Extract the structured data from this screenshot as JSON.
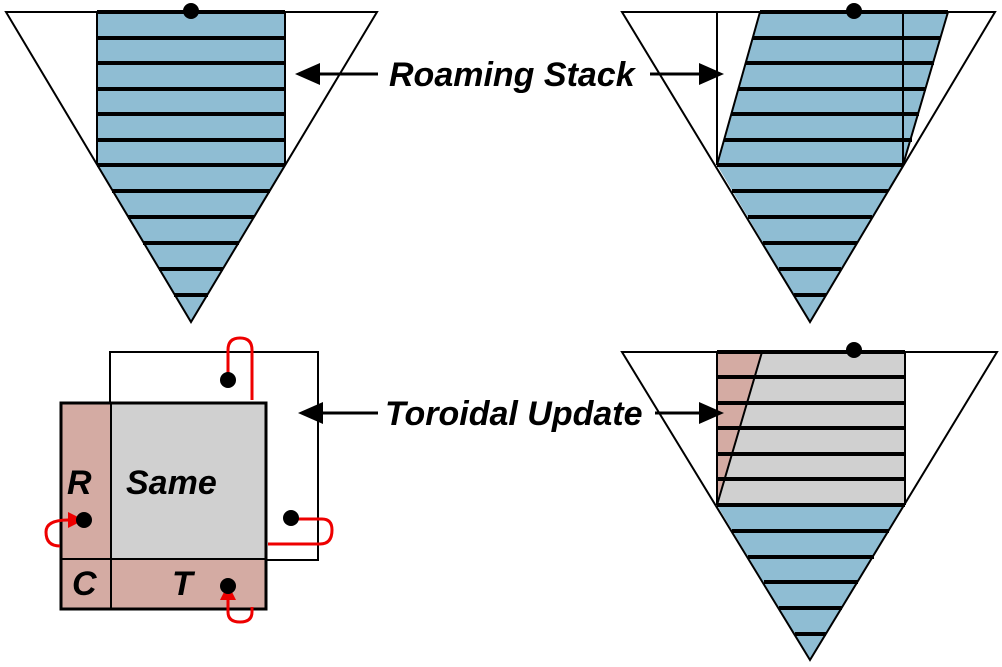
{
  "labels": {
    "roaming_stack": "Roaming Stack",
    "toroidal_update": "Toroidal Update",
    "same": "Same",
    "r": "R",
    "c": "C",
    "t": "T"
  },
  "colors": {
    "stack_fill": "#8fbdd3",
    "same_fill": "#d0d0d0",
    "update_fill": "#d4aba3",
    "arrow_red": "#ee0000",
    "line": "#000000"
  }
}
